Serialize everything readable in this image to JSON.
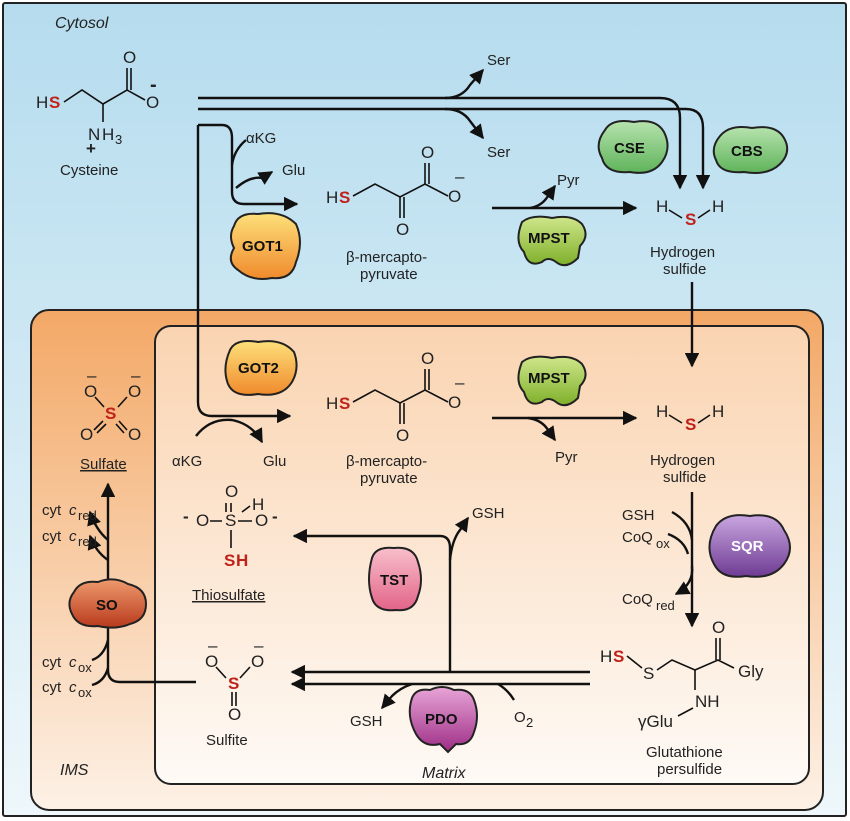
{
  "compartments": {
    "cytosol": "Cytosol",
    "ims": "IMS",
    "matrix": "Matrix"
  },
  "enzymes": {
    "cse": "CSE",
    "cbs": "CBS",
    "got1": "GOT1",
    "got2": "GOT2",
    "mpst": "MPST",
    "sqr": "SQR",
    "tst": "TST",
    "pdo": "PDO",
    "so": "SO"
  },
  "molecules": {
    "cysteine": "Cysteine",
    "bmp_line1": "β-mercapto-",
    "bmp_line2": "pyruvate",
    "h2s_line1": "Hydrogen",
    "h2s_line2": "sulfide",
    "sulfate": "Sulfate",
    "thiosulfate": "Thiosulfate",
    "sulfite": "Sulfite",
    "gssh_line1": "Glutathione",
    "gssh_line2": "persulfide"
  },
  "cosubstrates": {
    "ser": "Ser",
    "akg": "αKG",
    "glu": "Glu",
    "pyr": "Pyr",
    "gsh": "GSH",
    "coq": "CoQ",
    "ox": "ox",
    "red": "red",
    "o2": "O",
    "two": "2",
    "cyt": "cyt",
    "c": "c"
  },
  "atoms": {
    "s": "S",
    "h": "H",
    "hs": "H",
    "o": "O",
    "n": "N",
    "nh": "NH",
    "gly": "Gly",
    "gamma_glu": "γGlu",
    "minus": "–",
    "plus": "+",
    "three": "3",
    "two": "2",
    "bold_minus": "-"
  },
  "colors": {
    "cytosol_bg": "#cfe8f3",
    "ims_bg": "#f6c08e",
    "matrix_bg": "#fde8d6",
    "sulfur_red": "#c0221a",
    "cse": "#8fd08a",
    "cbs": "#8fd08a",
    "got": "#f5ad4c",
    "mpst": "#a8cf4e",
    "sqr": "#8d5ab0",
    "tst": "#ee8aa3",
    "pdo": "#c04fa7",
    "so": "#d4562c"
  }
}
